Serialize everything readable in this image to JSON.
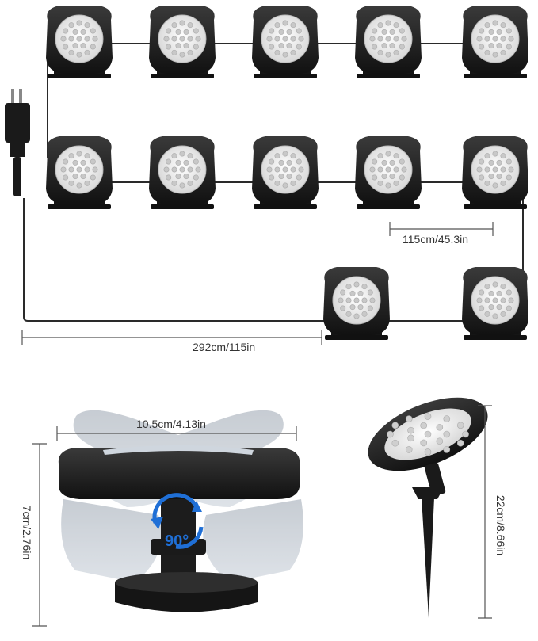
{
  "labels": {
    "spacing_small": "115cm/45.3in",
    "spacing_large": "292cm/115in",
    "light_width": "10.5cm/4.13in",
    "light_height": "7cm/2.76in",
    "stake_height": "22cm/8.66in",
    "tilt_angle": "90°"
  },
  "colors": {
    "cable": "#2a2a2a",
    "housing": "#1c1c1c",
    "lens": "#e8e8e8",
    "led": "#cfcfcf",
    "accent": "#1f6fd6",
    "dimension_line": "#555555"
  },
  "icons": {
    "plug": "power-plug-icon",
    "rotate": "rotate-arrow-icon"
  }
}
